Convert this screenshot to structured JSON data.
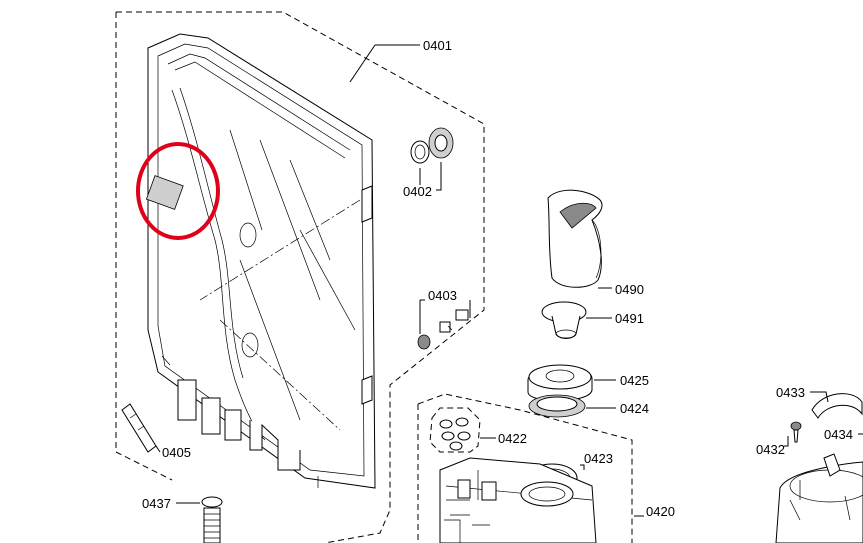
{
  "diagram": {
    "highlight_color": "#e0001a",
    "line_color": "#000000",
    "parts": [
      {
        "key": "p0401",
        "label": "0401"
      },
      {
        "key": "p0402",
        "label": "0402"
      },
      {
        "key": "p0403",
        "label": "0403"
      },
      {
        "key": "p0405",
        "label": "0405"
      },
      {
        "key": "p0437",
        "label": "0437"
      },
      {
        "key": "p0490",
        "label": "0490"
      },
      {
        "key": "p0491",
        "label": "0491"
      },
      {
        "key": "p0425",
        "label": "0425"
      },
      {
        "key": "p0424",
        "label": "0424"
      },
      {
        "key": "p0422",
        "label": "0422"
      },
      {
        "key": "p0423",
        "label": "0423"
      },
      {
        "key": "p0420",
        "label": "0420"
      },
      {
        "key": "p0433",
        "label": "0433"
      },
      {
        "key": "p0432",
        "label": "0432"
      },
      {
        "key": "p0434",
        "label": "0434"
      }
    ]
  }
}
